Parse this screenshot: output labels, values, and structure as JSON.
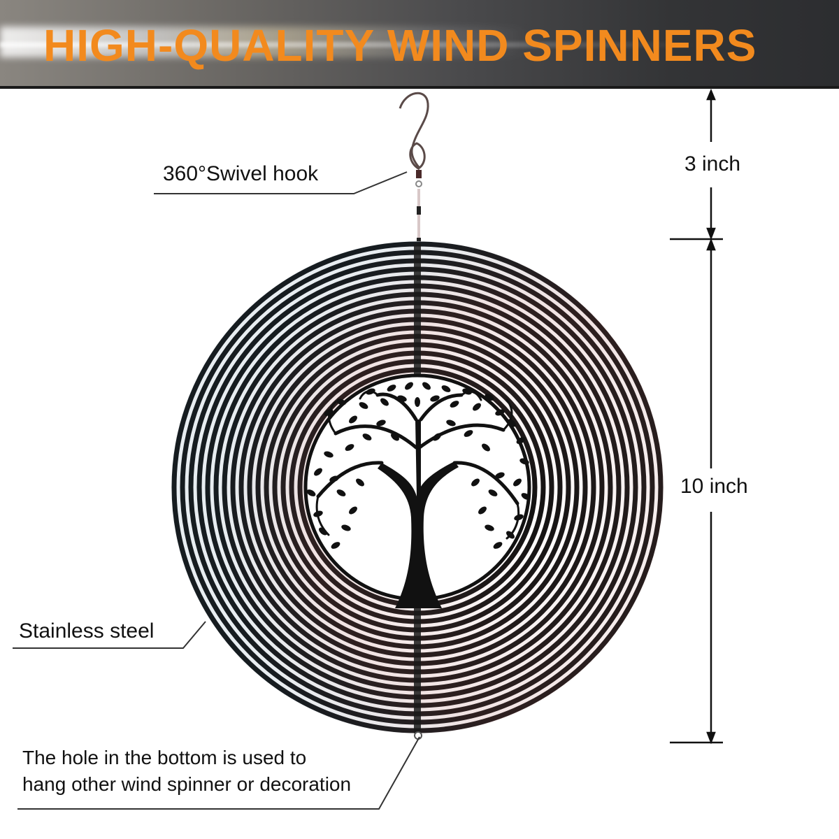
{
  "banner": {
    "title": "HIGH-QUALITY WIND SPINNERS",
    "title_color": "#f28a1e"
  },
  "callouts": {
    "hook": "360°Swivel hook",
    "material": "Stainless steel",
    "bottom_hole_line1": "The hole in the bottom is used to",
    "bottom_hole_line2": "hang other wind spinner or decoration"
  },
  "dimensions": {
    "hook_height": "3 inch",
    "diameter": "10 inch"
  },
  "product": {
    "name": "tree-of-life wind spinner",
    "ring_color": "#111111",
    "center_motif": "tree-of-life"
  }
}
